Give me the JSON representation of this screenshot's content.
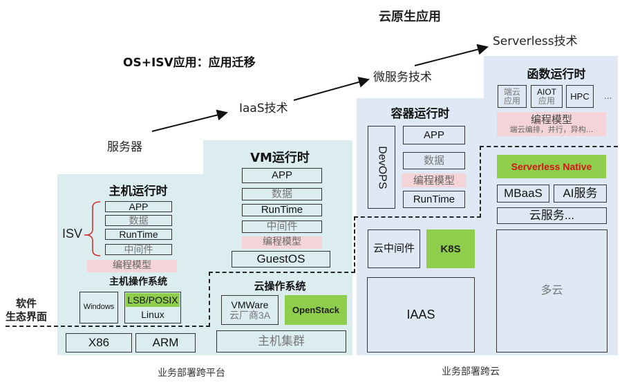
{
  "header": {
    "cloud_native_title": "云原生应用",
    "migration_title": "OS+ISV应用：应用迁移"
  },
  "evolution_path": [
    {
      "label": "服务器"
    },
    {
      "label": "IaaS技术"
    },
    {
      "label": "微服务技术"
    },
    {
      "label": "Serverless技术"
    }
  ],
  "left_axis": {
    "ecosystem_interface_line1": "软件",
    "ecosystem_interface_line2": "生态界面"
  },
  "host_runtime": {
    "title": "主机运行时",
    "isv_label": "ISV",
    "stack": [
      "APP",
      "数据",
      "RunTime",
      "中间件"
    ],
    "programming_model": "编程模型",
    "os_title": "主机操作系统",
    "os_windows": "Windows",
    "os_posix": "LSB/POSIX",
    "os_linux": "Linux",
    "hw": [
      "X86",
      "ARM"
    ]
  },
  "vm_runtime": {
    "title": "VM运行时",
    "stack": [
      "APP",
      "数据",
      "RunTime",
      "中间件"
    ],
    "programming_model": "编程模型",
    "guest_os": "GuestOS",
    "cloud_os_title": "云操作系统",
    "vmware_line1": "VMWare",
    "vmware_line2": "云厂商3A",
    "openstack": "OpenStack",
    "host_cluster": "主机集群"
  },
  "container_runtime": {
    "title": "容器运行时",
    "devops": "DevOPS",
    "stack": [
      "APP",
      "数据"
    ],
    "programming_model": "编程模型",
    "runtime": "RunTime",
    "cloud_middleware": "云中间件",
    "k8s": "K8S",
    "iaas": "IAAS"
  },
  "function_runtime": {
    "title": "函数运行时",
    "apps": [
      {
        "line1": "端云",
        "line2": "应用"
      },
      {
        "line1": "AIOT",
        "line2": "应用"
      },
      {
        "line1": "HPC",
        "line2": ""
      }
    ],
    "more": "...",
    "programming_model": "编程模型",
    "programming_model_sub": "端云编排，并行，异构...",
    "serverless_native": "Serverless Native",
    "mbaas": "MBaaS",
    "ai_service": "AI服务",
    "cloud_service": "云服务...",
    "multi_cloud": "多云"
  },
  "footer": {
    "cross_platform": "业务部署跨平台",
    "cross_cloud": "业务部署跨云"
  },
  "colors": {
    "teal_panel": "#dcedf0",
    "blue_panel": "#dfe9f5",
    "green_highlight": "#8fce4d",
    "pink_model": "#f4d4d8",
    "serverless_text": "#d0141a",
    "isv_brace": "#d03030"
  }
}
